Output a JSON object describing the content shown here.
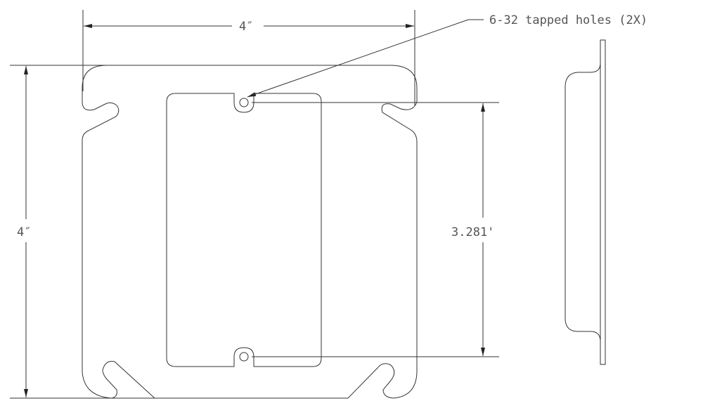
{
  "dimensions": {
    "width_label": "4″",
    "height_label": "4″",
    "hole_spacing_label": "3.281'"
  },
  "callout": {
    "label": "6-32 tapped holes (2X)"
  },
  "colors": {
    "line": "#333333",
    "text": "#555555",
    "background": "#ffffff"
  }
}
